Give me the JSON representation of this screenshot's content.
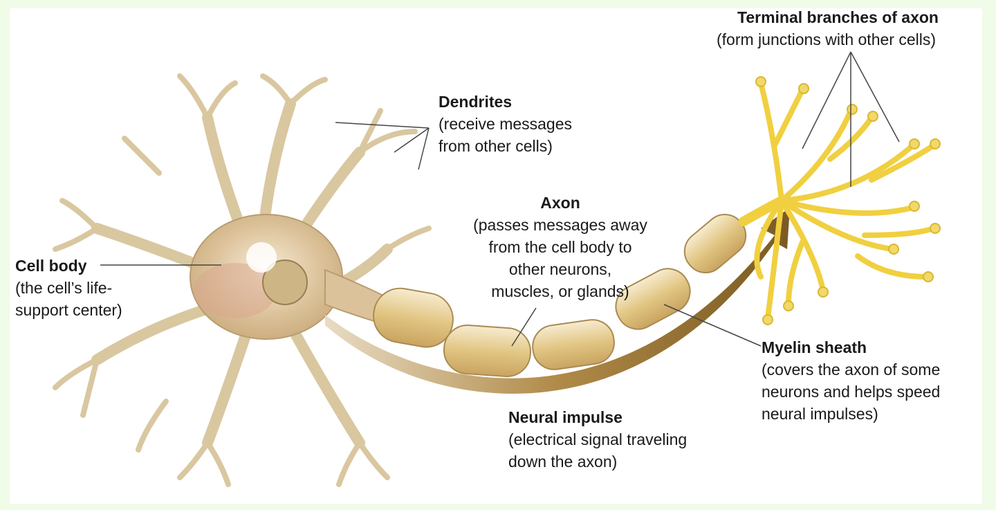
{
  "labels": {
    "terminal": {
      "title": "Terminal branches of axon",
      "desc": "(form junctions with other cells)"
    },
    "dendrites": {
      "title": "Dendrites",
      "desc1": "(receive messages",
      "desc2": "from other cells)"
    },
    "axon": {
      "title": "Axon",
      "desc1": "(passes messages away",
      "desc2": "from the cell body to",
      "desc3": "other neurons,",
      "desc4": "muscles, or glands)"
    },
    "cell_body": {
      "title": "Cell body",
      "desc1": "(the cell’s life-",
      "desc2": "support center)"
    },
    "myelin": {
      "title": "Myelin sheath",
      "desc1": "(covers the axon of some",
      "desc2": "neurons and helps speed",
      "desc3": "neural impulses)"
    },
    "impulse": {
      "title": "Neural impulse",
      "desc1": "(electrical signal traveling",
      "desc2": "down the axon)"
    }
  },
  "colors": {
    "background": "#f0fbe8",
    "neuron": "#e8dcc0",
    "neuron_outline": "#b8a27a",
    "cell_body_tint": "#d9b8a0",
    "axon_arrow": "#8a6a30",
    "terminal": "#f2d24a",
    "myelin": "#e6cc8a"
  }
}
